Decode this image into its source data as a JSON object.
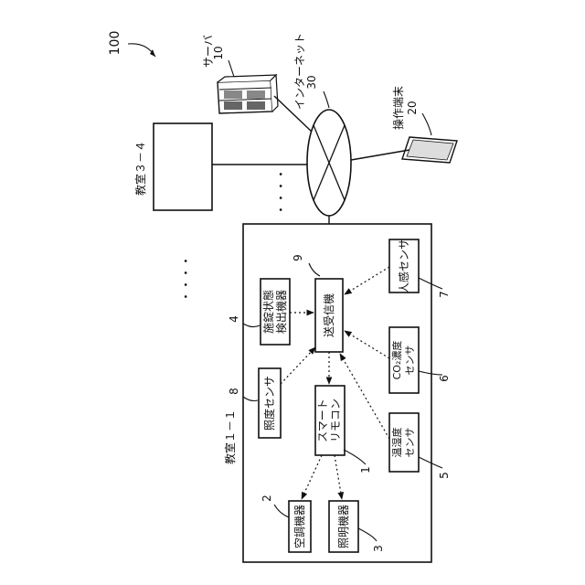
{
  "figure_number": "100",
  "server": {
    "label": "サーバ",
    "ref": "10"
  },
  "internet": {
    "label": "インターネット",
    "ref": "30"
  },
  "terminal": {
    "label": "操作端末",
    "ref": "20"
  },
  "classroom_other": {
    "label": "教室３－４"
  },
  "classroom_main": {
    "label": "教室１－１"
  },
  "ellipsis_top": "・・・・",
  "ellipsis_inner": "・・・・",
  "transceiver": {
    "label": "送受信機",
    "ref": "9"
  },
  "occupancy_detector": {
    "label_line1": "施錠状態",
    "label_line2": "検出機器",
    "ref": "4"
  },
  "illuminance_sensor": {
    "label": "照度センサ",
    "ref": "8"
  },
  "smart_remote": {
    "label_line1": "スマート",
    "label_line2": "リモコン",
    "ref": "1"
  },
  "air_conditioner": {
    "label": "空調機器",
    "ref": "2"
  },
  "lighting": {
    "label": "照明機器",
    "ref": "3"
  },
  "human_sensor": {
    "label": "人感センサ",
    "ref": "7"
  },
  "co2_sensor": {
    "label_line1": "CO₂濃度",
    "label_line2": "センサ",
    "ref": "6"
  },
  "temp_humidity_sensor": {
    "label_line1": "温湿度",
    "label_line2": "センサ",
    "ref": "5"
  }
}
